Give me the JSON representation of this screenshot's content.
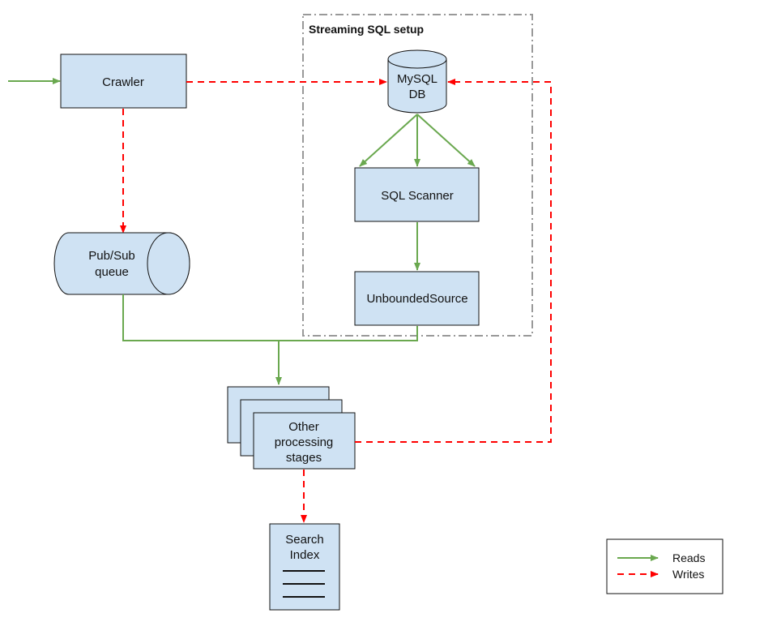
{
  "group": {
    "label": "Streaming SQL setup"
  },
  "nodes": {
    "crawler": {
      "label": "Crawler"
    },
    "pubsub": {
      "line1": "Pub/Sub",
      "line2": "queue"
    },
    "mysql": {
      "line1": "MySQL",
      "line2": "DB"
    },
    "sql_scanner": {
      "label": "SQL Scanner"
    },
    "unbounded_source": {
      "label": "UnboundedSource"
    },
    "other_stages": {
      "line1": "Other",
      "line2": "processing",
      "line3": "stages"
    },
    "search_index": {
      "line1": "Search",
      "line2": "Index"
    }
  },
  "legend": {
    "reads": "Reads",
    "writes": "Writes"
  },
  "colors": {
    "box_fill": "#cfe2f3",
    "box_stroke": "#111111",
    "reads": "#6aa84f",
    "writes": "#ff0000",
    "group_border": "#999999"
  }
}
